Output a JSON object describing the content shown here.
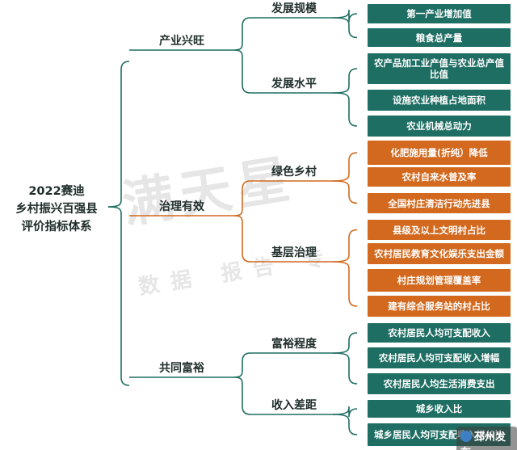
{
  "root": {
    "lines": [
      "2022赛迪",
      "乡村振兴百强县",
      "评价指标体系"
    ]
  },
  "colors": {
    "line": "#1f6e63",
    "green": "#1f6e63",
    "orange": "#d2691e"
  },
  "watermark": {
    "main": "满天星",
    "sub": "数据 报告 专"
  },
  "source_badge": "邳州发布",
  "branches": [
    {
      "label": "产业兴旺",
      "color": "green",
      "groups": [
        {
          "label": "发展规模",
          "leaves": [
            "第一产业增加值",
            "粮食总产量"
          ]
        },
        {
          "label": "发展水平",
          "leaves": [
            "农产品加工业产值与农业总产值比值",
            "设施农业种植占地面积",
            "农业机械总动力"
          ]
        }
      ]
    },
    {
      "label": "治理有效",
      "color": "orange",
      "groups": [
        {
          "label": "绿色乡村",
          "leaves": [
            "化肥施用量(折纯）降低",
            "农村自来水普及率",
            "全国村庄清洁行动先进县"
          ]
        },
        {
          "label": "基层治理",
          "leaves": [
            "县级及以上文明村占比",
            "农村居民教育文化娱乐支出金额",
            "村庄规划管理覆盖率",
            "建有综合服务站的村占比"
          ]
        }
      ]
    },
    {
      "label": "共同富裕",
      "color": "green",
      "groups": [
        {
          "label": "富裕程度",
          "leaves": [
            "农村居民人均可支配收入",
            "农村居民人均可支配收入增幅",
            "农村居民人均生活消费支出"
          ]
        },
        {
          "label": "收入差距",
          "leaves": [
            "城乡收入比",
            "城乡居民人均可支配收入增长比"
          ]
        }
      ]
    }
  ]
}
